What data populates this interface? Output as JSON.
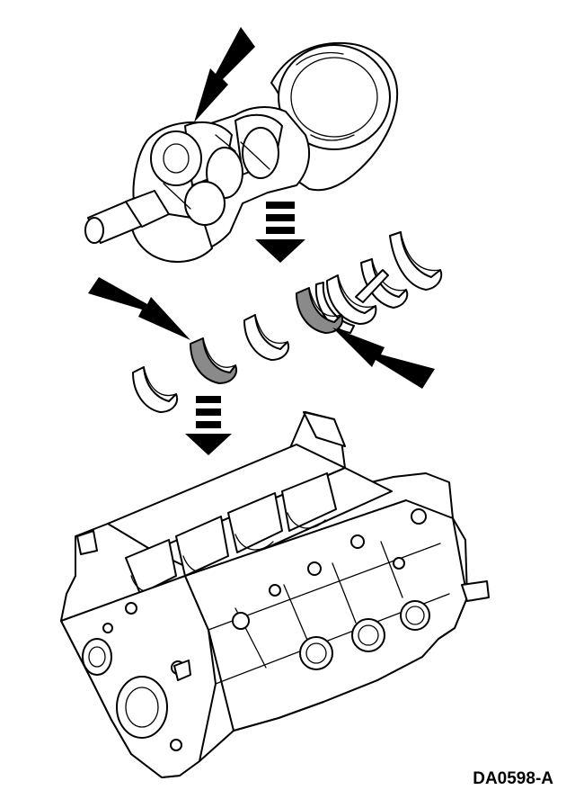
{
  "figure": {
    "code": "DA0598-A"
  },
  "colors": {
    "ink": "#000000",
    "paper": "#ffffff",
    "shade": "#8a8a8a"
  },
  "parts": {
    "crankshaft": "crankshaft",
    "upper_bearings": "upper-main-bearing-shells",
    "thrust_bearing": "thrust-bearing",
    "cylinder_block": "cylinder-block"
  },
  "indicators": {
    "callout_arrows": 3,
    "direction_arrows": 2
  }
}
